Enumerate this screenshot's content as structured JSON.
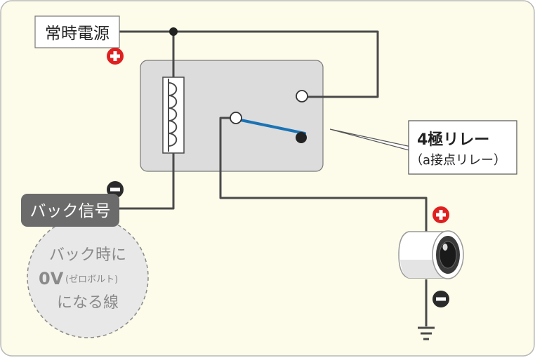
{
  "labels": {
    "constant_power": "常時電源",
    "back_signal": "バック信号",
    "relay_title": "4極リレー",
    "relay_subtitle": "（a接点リレー）",
    "bubble_line1": "バック時に",
    "bubble_zero": "0V",
    "bubble_zero_note": "(ゼロボルト)",
    "bubble_line3": "になる線"
  },
  "icons": {
    "constant_power_polarity": "plus-circle-icon",
    "back_signal_polarity": "minus-circle-icon",
    "camera_plus": "plus-circle-icon",
    "camera_minus": "minus-circle-icon",
    "camera": "backup-camera-icon",
    "ground": "ground-icon",
    "coil": "relay-coil-icon"
  },
  "colors": {
    "background": "#fdfbe9",
    "relay_body": "#dcdcdc",
    "wire": "#4a4a4a",
    "switch_arm": "#1a73b5",
    "plus_red": "#e02020",
    "minus_dark": "#2b2b2b",
    "back_signal_box": "#6b6b6b",
    "bubble_fill": "#e8e8e8"
  }
}
